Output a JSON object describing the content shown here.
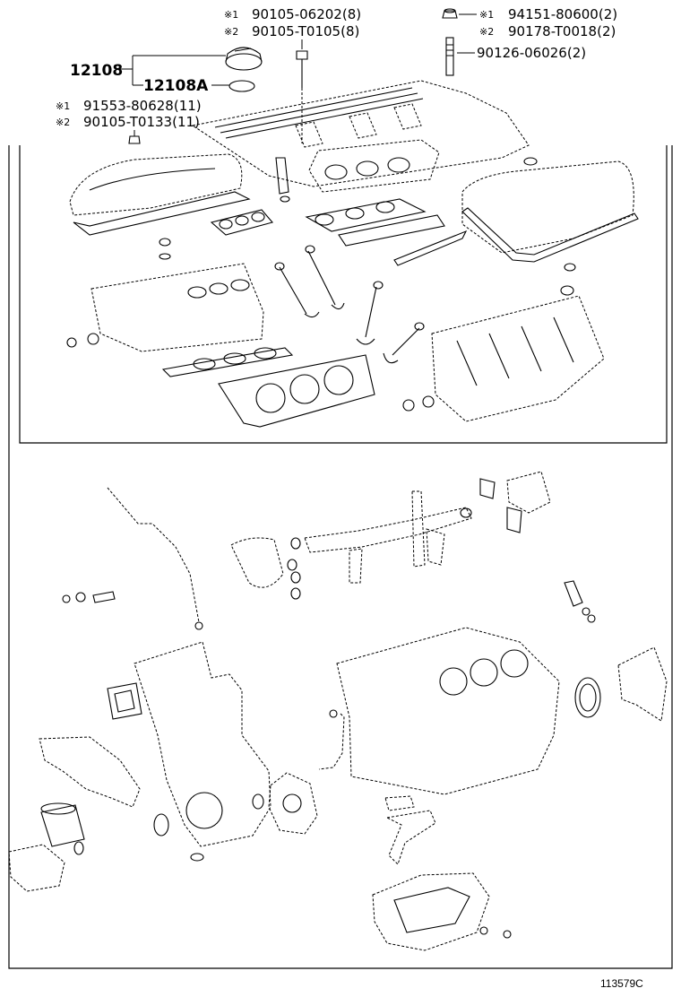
{
  "callouts": {
    "c1_mark1": "※1",
    "c1_num1": "90105-06202(8)",
    "c1_mark2": "※2",
    "c1_num2": "90105-T0105(8)",
    "c2_mark1": "※1",
    "c2_num1": "94151-80600(2)",
    "c2_mark2": "※2",
    "c2_num2": "90178-T0018(2)",
    "c3_num": "90126-06026(2)",
    "c4_num": "12108",
    "c5_num": "12108A",
    "c6_mark1": "※1",
    "c6_num1": "91553-80628(11)",
    "c6_mark2": "※2",
    "c6_num2": "90105-T0133(11)"
  },
  "reference": "113579C"
}
